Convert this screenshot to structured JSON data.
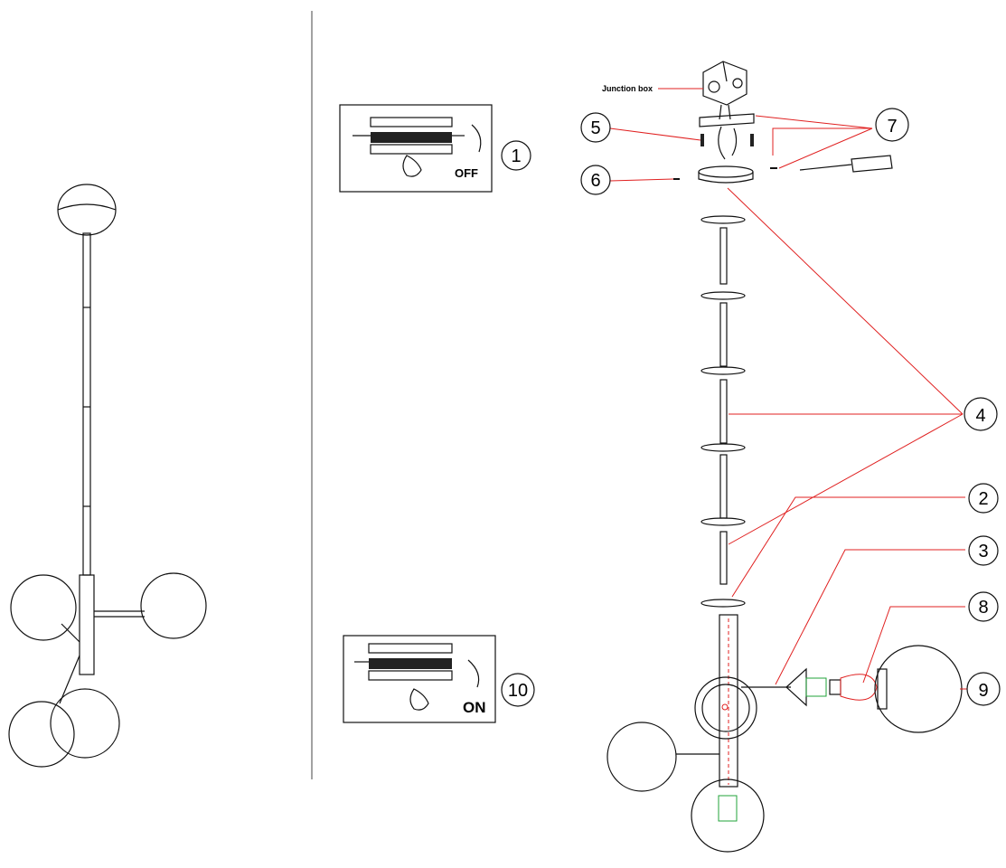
{
  "colors": {
    "line": "#111111",
    "leader": "#e02020",
    "background": "#ffffff"
  },
  "labels": {
    "junction_box": "Junction box",
    "off": "OFF",
    "on": "ON"
  },
  "callouts": {
    "step_1": "1",
    "part_2": "2",
    "part_3": "3",
    "part_4": "4",
    "part_5": "5",
    "part_6": "6",
    "part_7": "7",
    "part_8": "8",
    "part_9": "9",
    "step_10": "10"
  },
  "icons": [
    "breaker-panel-icon",
    "hand-icon",
    "screwdriver-icon",
    "bulb-icon",
    "globe-shade-icon",
    "canopy-icon"
  ]
}
